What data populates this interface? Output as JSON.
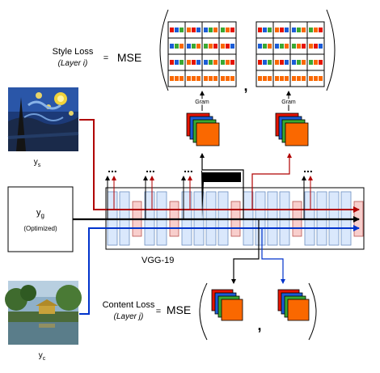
{
  "style_loss": {
    "title": "Style Loss",
    "layer": "(Layer i)",
    "equals": "=",
    "mse": "MSE",
    "comma": ",",
    "gram_label": "Gram"
  },
  "content_loss": {
    "title": "Content Loss",
    "layer": "(Layer j)",
    "equals": "=",
    "mse": "MSE",
    "comma": ","
  },
  "inputs": {
    "style_var": "y",
    "style_sub": "s",
    "generated_var": "y",
    "generated_sub": "g",
    "generated_note": "(Optimized)",
    "content_var": "y",
    "content_sub": "c"
  },
  "network": {
    "name": "VGG-19",
    "dots": "..."
  },
  "colors": {
    "style_arrow": "#b00000",
    "generated_arrow": "#000000",
    "content_arrow": "#0033cc",
    "conv_fill": "#dae8fc",
    "conv_stroke": "#6c8ebf",
    "pool_fill": "#f8cecc",
    "pool_stroke": "#b85450",
    "fmap_red": "#e51400",
    "fmap_blue": "#1b5cd6",
    "fmap_green": "#3aa832",
    "fmap_orange": "#fa6800"
  }
}
